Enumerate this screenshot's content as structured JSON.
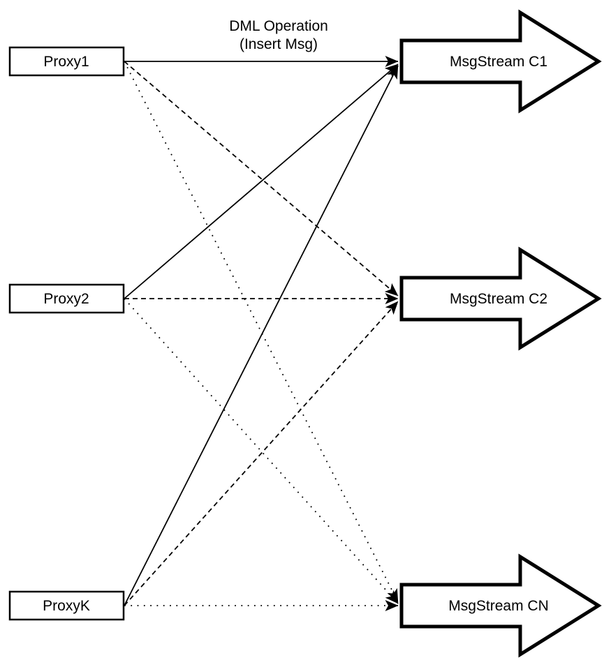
{
  "diagram": {
    "title_line1": "DML Operation",
    "title_line2": "(Insert Msg)",
    "proxies": [
      {
        "label": "Proxy1"
      },
      {
        "label": "Proxy2"
      },
      {
        "label": "ProxyK"
      }
    ],
    "streams": [
      {
        "label": "MsgStream C1"
      },
      {
        "label": "MsgStream C2"
      },
      {
        "label": "MsgStream CN"
      }
    ],
    "connections": [
      {
        "from": "Proxy1",
        "to": "MsgStream C1",
        "line_style": "solid"
      },
      {
        "from": "Proxy1",
        "to": "MsgStream C2",
        "line_style": "dashed"
      },
      {
        "from": "Proxy1",
        "to": "MsgStream CN",
        "line_style": "dotted"
      },
      {
        "from": "Proxy2",
        "to": "MsgStream C1",
        "line_style": "solid"
      },
      {
        "from": "Proxy2",
        "to": "MsgStream C2",
        "line_style": "dashed"
      },
      {
        "from": "Proxy2",
        "to": "MsgStream CN",
        "line_style": "dotted"
      },
      {
        "from": "ProxyK",
        "to": "MsgStream C1",
        "line_style": "solid"
      },
      {
        "from": "ProxyK",
        "to": "MsgStream C2",
        "line_style": "dashed"
      },
      {
        "from": "ProxyK",
        "to": "MsgStream CN",
        "line_style": "dotted"
      }
    ],
    "colors": {
      "stroke": "#000000",
      "fill": "#ffffff",
      "background": "#ffffff"
    }
  }
}
